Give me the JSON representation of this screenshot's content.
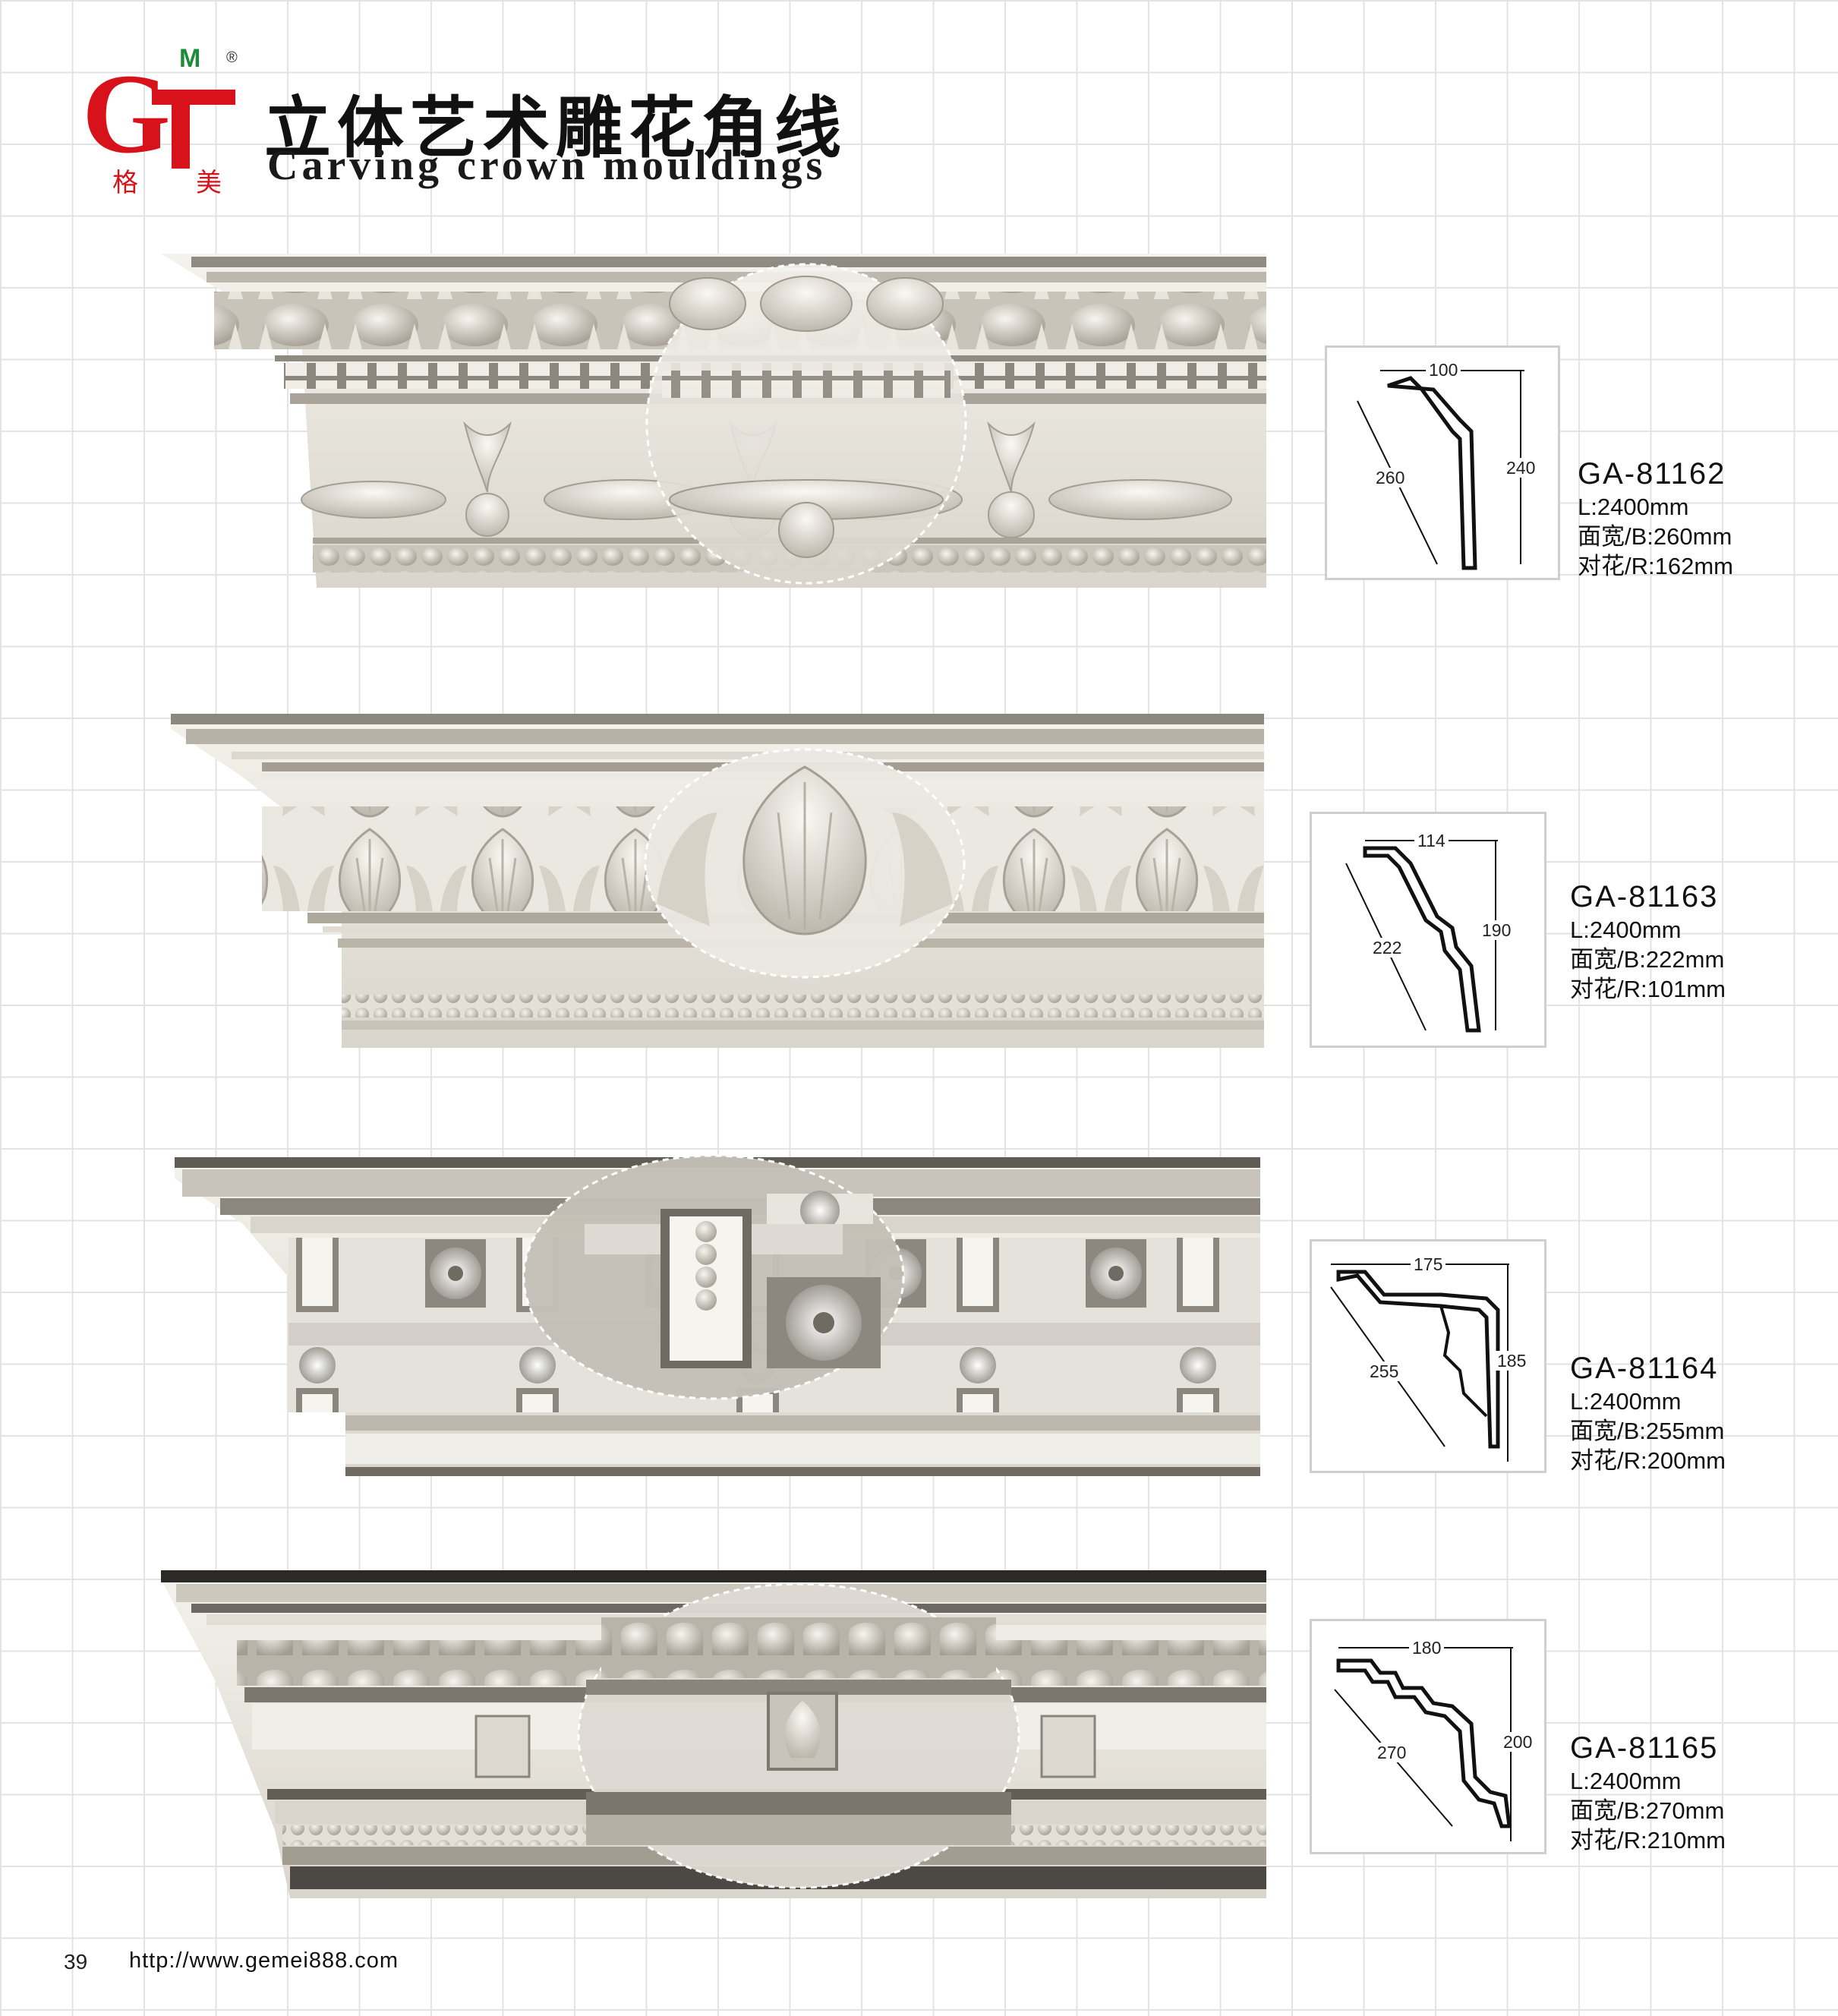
{
  "header": {
    "title_cn": "立体艺术雕花角线",
    "title_en": "Carving crown mouldings",
    "logo": {
      "letters": "G",
      "small_letter": "M",
      "registered_mark": "®",
      "brand_chars": [
        "格",
        "美"
      ],
      "colors": {
        "red": "#d8121b",
        "green": "#1e8a3a"
      }
    }
  },
  "products": [
    {
      "code": "GA-81162",
      "length": "L:2400mm",
      "width": "面宽/B:260mm",
      "repeat": "对花/R:162mm",
      "dims": {
        "top": "100",
        "diagonal": "260",
        "side": "240"
      }
    },
    {
      "code": "GA-81163",
      "length": "L:2400mm",
      "width": "面宽/B:222mm",
      "repeat": "对花/R:101mm",
      "dims": {
        "top": "114",
        "diagonal": "222",
        "side": "190"
      }
    },
    {
      "code": "GA-81164",
      "length": "L:2400mm",
      "width": "面宽/B:255mm",
      "repeat": "对花/R:200mm",
      "dims": {
        "top": "175",
        "diagonal": "255",
        "side": "185"
      }
    },
    {
      "code": "GA-81165",
      "length": "L:2400mm",
      "width": "面宽/B:270mm",
      "repeat": "对花/R:210mm",
      "dims": {
        "top": "180",
        "diagonal": "270",
        "side": "200"
      }
    }
  ],
  "footer": {
    "page_number": "39",
    "url": "http://www.gemei888.com"
  }
}
